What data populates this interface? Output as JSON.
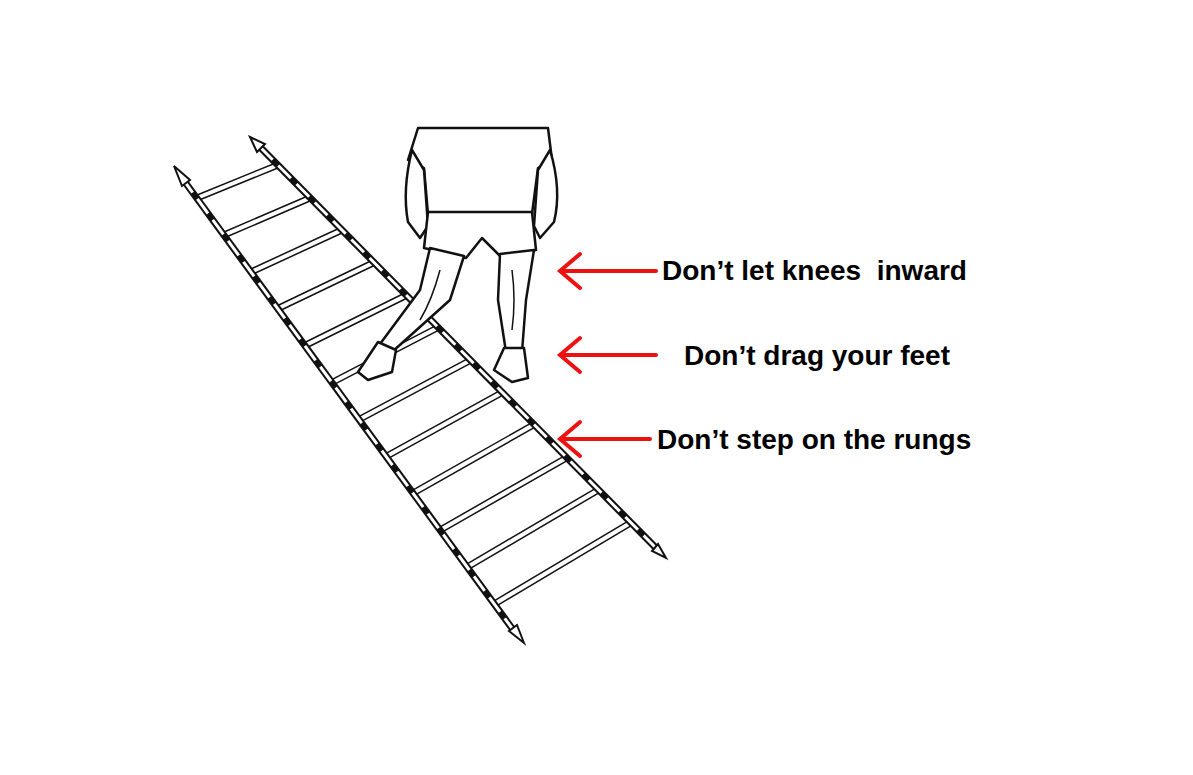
{
  "diagram": {
    "labels": [
      "Don’t let knees  inward",
      "Don’t drag your feet",
      "Don’t step on the rungs"
    ]
  }
}
